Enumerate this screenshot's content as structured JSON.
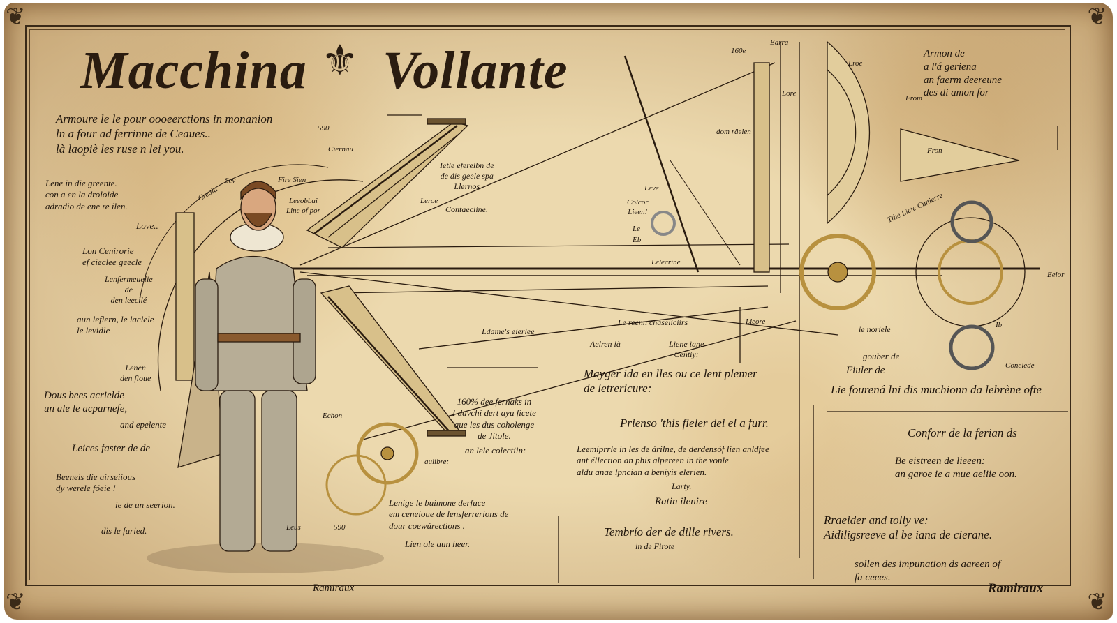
{
  "title": {
    "word1": "Macchina",
    "word2": "Vollante",
    "emblem": "winged-emblem"
  },
  "signatures": {
    "left": "Ramiraux",
    "right": "Ramiraux"
  },
  "colors": {
    "parchment": "#ecd9ae",
    "ink": "#1f150c",
    "brass": "#b8913f"
  },
  "notes": {
    "intro": "Armoure le le pour oooeerctions in monanion\n  ln  a four  ad ferrinne de Ceaues..\nlà laopiè  les  ruse  n lei you.",
    "lene": "Lene in die greente.\ncon a en la droloide\n    adradio de ene re ilen.",
    "love": "Love..",
    "lon": "Lon Cenirorie\n ef cieclee geecle",
    "lenfer": "Lenfermeuelie\nde\n den leecllé",
    "aun": "aun leflern, le laclele\n       le levidle",
    "lenen": "Lenen\nden fioue",
    "dous": "Dous bees acrielde\n  un ale le acparnefe,",
    "epelente": "and epelente",
    "leices": "Leices faster de  de",
    "beeneis": "Beeneis die airseiious\n dy werele fóeie !",
    "iede": "ie de  un seerion.",
    "dis": "dis le furied.",
    "n590": "590",
    "ciernau": "Ciernau",
    "ietle": "Ietle eferelbn de\nde dis geele spa\nLlernos",
    "leroe": "Leroe",
    "contae": "Contaeciine.",
    "fire": "Fire Sien",
    "sev": "Sev",
    "creala": "Creala",
    "leeobbai": "Leeobbai\nLine of por",
    "ldames": "Ldame's eierlee",
    "lereenn": "Le reenn chaseliciirs",
    "lieore": "Lieore",
    "aelren": "Aelren ià",
    "liene": "Liene iane\nCentiy:",
    "mayger": "Mayger ida en lles ou ce lent plemer\n  de letrericure:",
    "prienso": "Prienso 'this fieler dei el a furr.",
    "leemiprrle": "Leemiprrle in les de árilne, de derdensóf lien anldfee\n   ant éllection an phis alpereen in the vonle\n   aldu anae lpncian a beniyis elerien.",
    "larty": "Larty.",
    "ratin": "Ratin ilenire",
    "tembrio": "Tembrío der de dille rivers.",
    "firote": "in de Firote",
    "pct": "160% dee fernaks in\nI davchi dert ayu ficete\naue les dus coholenge\n   de Jitole.",
    "lele": "an lele colectiin:",
    "aulibre": "aulibre:",
    "lenige": "     Lenige le buimone derfuce\nem ceneioue de lensferrerions de\n            dour coewúrections .",
    "lien": "Lien ole aun heer.",
    "echon": "Echon",
    "leus": "Leus",
    "n590b": "590",
    "n160e": "160e",
    "earra": "Earra",
    "lore1": "Lore",
    "domraelen": "dom räelen",
    "lore2": "Lroe",
    "from": "From",
    "fron": "Fron",
    "armon": "Armon de\n          a l'á geriena\n    an faerm deereune\n          des di amon for",
    "tthe": "Tthe Lieie Cunierre",
    "leve": "Leve",
    "colcor": "Colcor\nLieen!",
    "le": "Le",
    "eb": "Eb",
    "lelecrine": "Lelecrine",
    "ienoriele": "ie noriele",
    "gouber": "gouber de",
    "fiuler": "Fiuler de",
    "liefourena": "Lie fourená lni dis muchionn da lebrène ofte",
    "conforr": "Conforr de la ferian ds",
    "beeistreen": "Be eistreen de lieeen:\nan garoe ie a mue aeliie oon.",
    "rraeider": "Rraeider and tolly ve:\nAidiligsreeve al be iana de cierane.",
    "sollen": "sollen des impunation ds aareen of\n          fa ceees.",
    "concledee": "Conelede",
    "eelor": "Eelor",
    "ib": "Ib"
  }
}
